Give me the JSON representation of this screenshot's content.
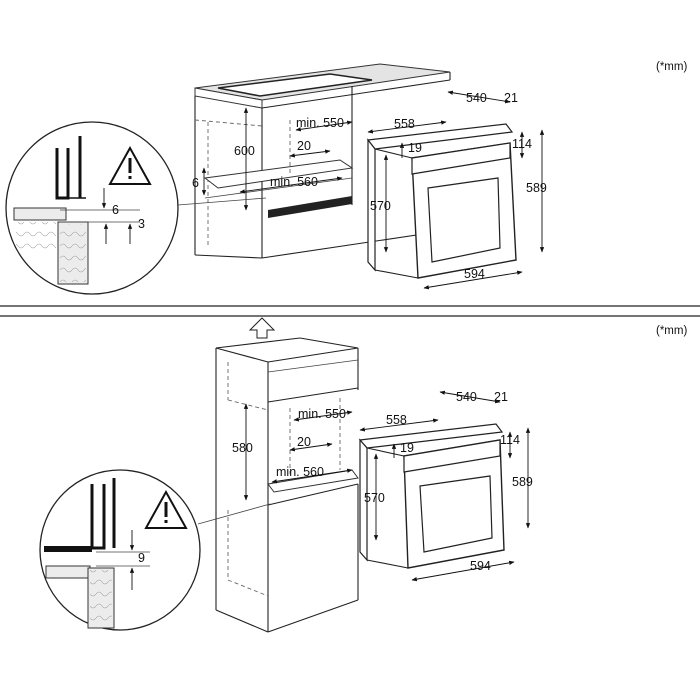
{
  "units_note": "(*mm)",
  "warning_symbol": "warning-triangle-icon",
  "top": {
    "oven_dims": {
      "depth": "540",
      "door": "21",
      "body_width": "558",
      "top_gap": "19",
      "panel": "114",
      "height": "589",
      "body_height": "570",
      "width": "594"
    },
    "niche_dims": {
      "height": "600",
      "depth": "min. 550",
      "slot": "20",
      "width": "min. 560",
      "base": "6"
    },
    "detail_dims": {
      "gap_a": "6",
      "gap_b": "3"
    }
  },
  "bottom": {
    "oven_dims": {
      "depth": "540",
      "door": "21",
      "body_width": "558",
      "top_gap": "19",
      "panel": "114",
      "height": "589",
      "body_height": "570",
      "width": "594"
    },
    "niche_dims": {
      "height": "580",
      "depth": "min. 550",
      "slot": "20",
      "width": "min. 560"
    },
    "detail_dims": {
      "gap": "9"
    }
  }
}
